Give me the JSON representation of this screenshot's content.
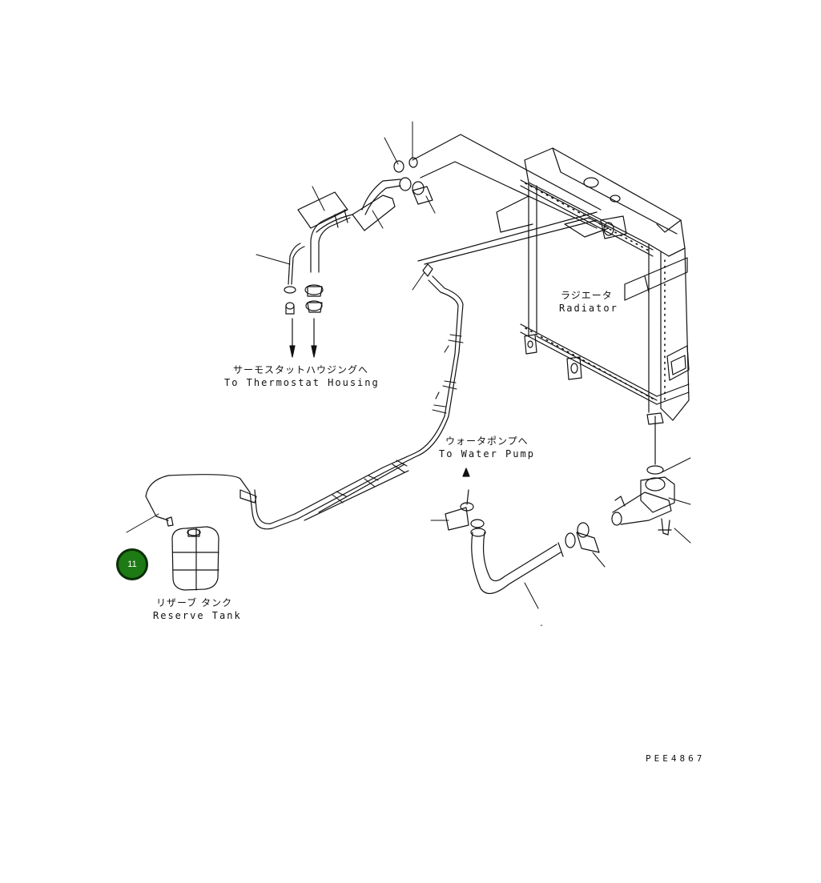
{
  "labels": {
    "radiator_jp": "ラジエータ",
    "radiator_en": "Radiator",
    "thermostat_jp": "サーモスタットハウジングへ",
    "thermostat_en": "To Thermostat Housing",
    "water_pump_jp": "ウォータポンプへ",
    "water_pump_en": "To Water Pump",
    "reserve_tank_jp": "リザーブ タンク",
    "reserve_tank_en": "Reserve Tank",
    "drawing_code": "PEE4867",
    "small_mark": "-"
  },
  "callout": {
    "number": "11",
    "color": "#1e7a14"
  }
}
